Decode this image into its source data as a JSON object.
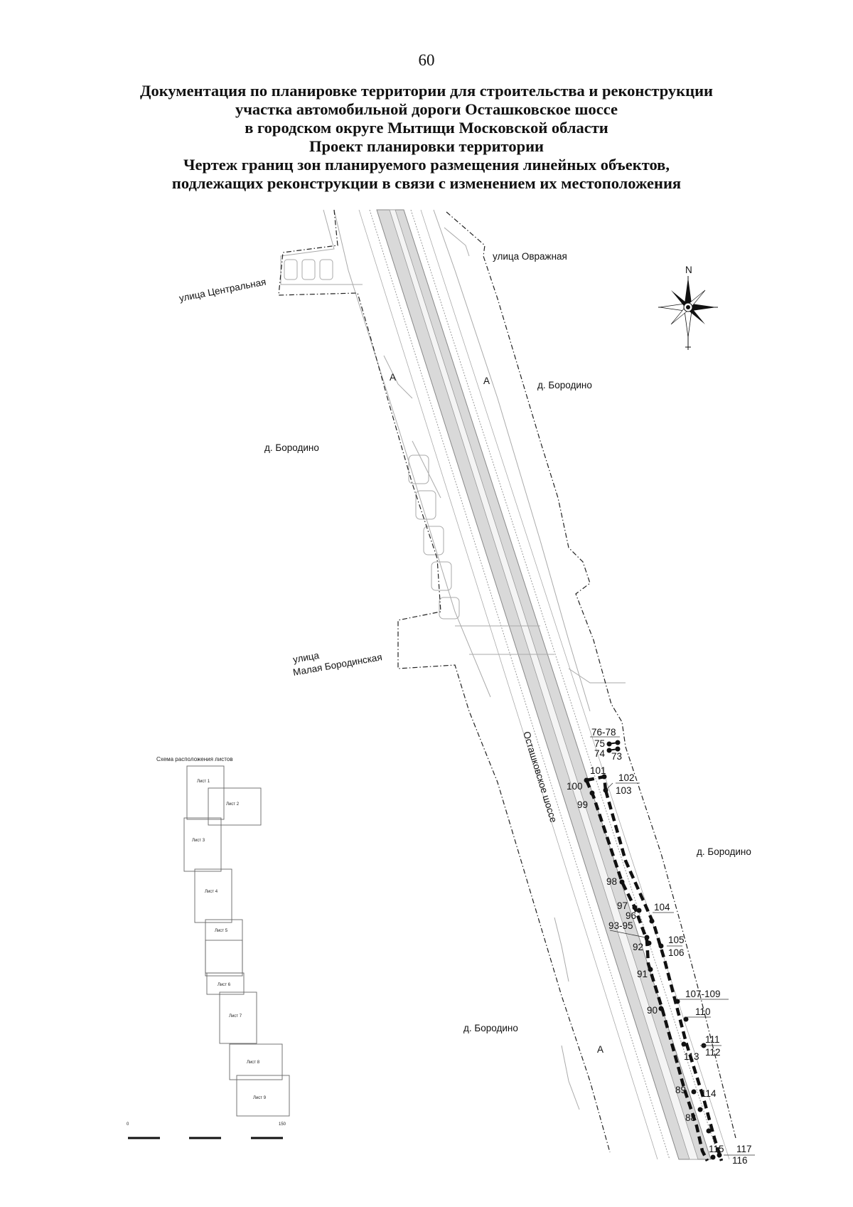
{
  "page_number": "60",
  "title_lines": [
    "Документация по планировке территории для строительства и реконструкции",
    "участка автомобильной дороги Осташковское шоссе",
    "в городском округе Мытищи Московской области",
    "Проект планировки территории",
    "Чертеж границ зон планируемого размещения линейных объектов,",
    "подлежащих реконструкции в связи с изменением их местоположения"
  ],
  "map_labels": {
    "street_centralnaya": "улица Центральная",
    "street_ovrazhnaya": "улица Овражная",
    "street_malaya_1": "улица",
    "street_malaya_2": "Малая Бородинская",
    "village_1": "д. Бородино",
    "village_2": "д. Бородино",
    "village_3": "д. Бородино",
    "village_4": "д. Бородино",
    "highway": "Осташковское шоссе",
    "road_marker": "А",
    "north": "N"
  },
  "points": {
    "p76_78": "76-78",
    "p75": "75",
    "p74": "74",
    "p73": "73",
    "p101": "101",
    "p100": "100",
    "p99": "99",
    "p102": "102",
    "p103": "103",
    "p98": "98",
    "p97": "97",
    "p96": "96",
    "p104": "104",
    "p93_95": "93-95",
    "p92": "92",
    "p105": "105",
    "p106": "106",
    "p91": "91",
    "p107_109": "107-109",
    "p90": "90",
    "p110": "110",
    "p111": "111",
    "p112": "112",
    "p113": "113",
    "p89": "89",
    "p114": "114",
    "p88": "88",
    "p115": "115",
    "p117": "117",
    "p116": "116"
  },
  "inset": {
    "title": "Схема расположения листов",
    "sheets": [
      "Лист 1",
      "Лист 2",
      "Лист 3",
      "Лист 4",
      "Лист 5",
      "Лист 6",
      "Лист 7",
      "Лист 8",
      "Лист 9"
    ],
    "scale_start": "0",
    "scale_end": "150"
  }
}
